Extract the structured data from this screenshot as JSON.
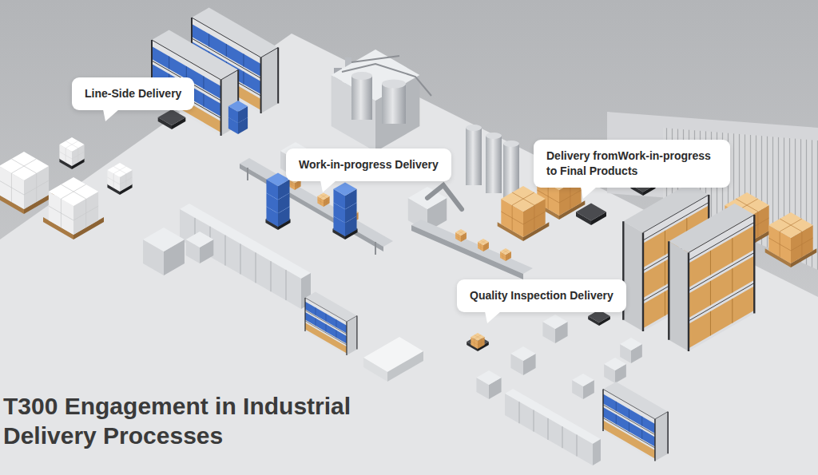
{
  "diagram": {
    "title": "T300 Engagement in Industrial Delivery Processes",
    "nodes": [
      {
        "text": [
          "Line-Side Delivery"
        ]
      },
      {
        "text": [
          "Work-in-progress Delivery"
        ]
      },
      {
        "text": [
          "Delivery fromWork-in-progress to Final Products"
        ]
      },
      {
        "text": [
          "Quality Inspection Delivery"
        ]
      }
    ]
  }
}
